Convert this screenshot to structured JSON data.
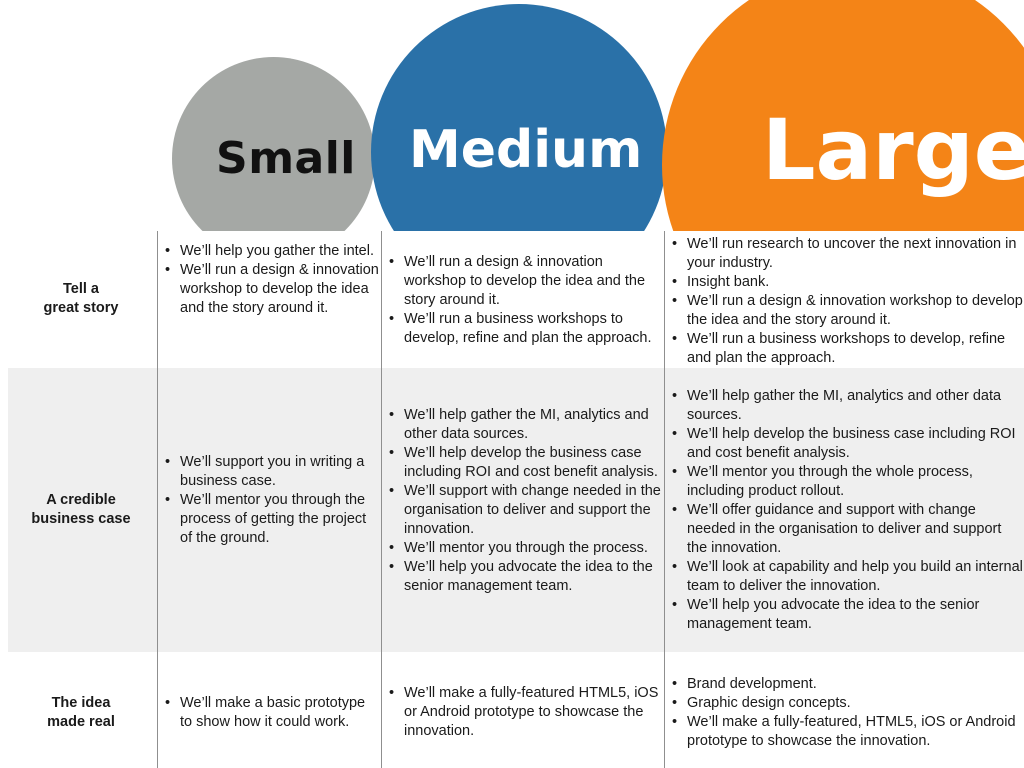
{
  "tiers": {
    "small": "Small",
    "medium": "Medium",
    "large": "Large"
  },
  "colors": {
    "small": "#a5a8a5",
    "medium": "#2a71a8",
    "large": "#f48417",
    "band": "#efefef",
    "divider": "#8f8f8f"
  },
  "rows": {
    "story": {
      "label": [
        "Tell a",
        "great story"
      ],
      "small": [
        "We’ll help you gather the intel.",
        "We’ll run a design & innovation workshop to develop the idea and the story around it."
      ],
      "medium": [
        "We’ll run a design & innovation workshop to develop the idea and the story around it.",
        "We’ll run a business workshops to develop, refine and plan the approach."
      ],
      "large": [
        "We’ll run research to uncover the next innovation in your industry.",
        "Insight bank.",
        "We’ll run a design & innovation workshop to develop the idea and the story around it.",
        "We’ll run a business workshops to develop, refine and plan the approach."
      ]
    },
    "business": {
      "label": [
        "A credible",
        "business case"
      ],
      "small": [
        "We’ll support you in writing a business case.",
        "We’ll mentor you through the process of getting the project of the ground."
      ],
      "medium": [
        "We’ll help gather the MI, analytics and other data sources.",
        "We’ll help develop the business case including ROI and cost benefit analysis.",
        "We’ll support with change needed in the organisation to deliver and support the innovation.",
        "We’ll mentor you through the process.",
        "We’ll help you advocate the idea to the senior management team."
      ],
      "large": [
        "We’ll help gather the MI, analytics and other data sources.",
        "We’ll help develop the business case including ROI and cost benefit analysis.",
        "We’ll mentor you through the whole process, including product rollout.",
        "We’ll offer guidance and support with change needed in the organisation to deliver and support the innovation.",
        "We’ll look at capability and help you build an internal team to deliver the innovation.",
        "We’ll help you advocate the idea to the senior management team."
      ]
    },
    "real": {
      "label": [
        "The idea",
        "made real"
      ],
      "small": [
        "We’ll make a basic prototype to show how it could work."
      ],
      "medium": [
        "We’ll make a fully-featured HTML5, iOS or Android prototype to showcase the innovation."
      ],
      "large": [
        "Brand development.",
        "Graphic design concepts.",
        "We’ll make a fully-featured, HTML5, iOS or Android prototype to showcase the innovation."
      ]
    }
  }
}
